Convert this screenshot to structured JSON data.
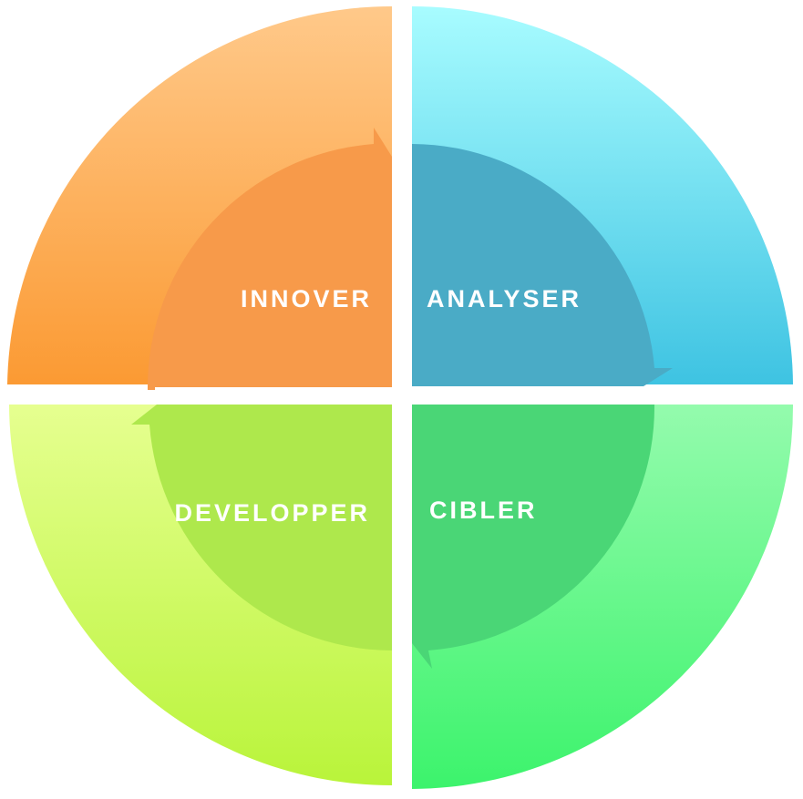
{
  "diagram": {
    "type": "cycle",
    "steps": [
      {
        "label": "INNOVER",
        "color": "#f79a3e"
      },
      {
        "label": "ANALYSER",
        "color": "#4aabc6"
      },
      {
        "label": "CIBLER",
        "color": "#47d477"
      },
      {
        "label": "DEVELOPPER",
        "color": "#aee84c"
      }
    ]
  }
}
